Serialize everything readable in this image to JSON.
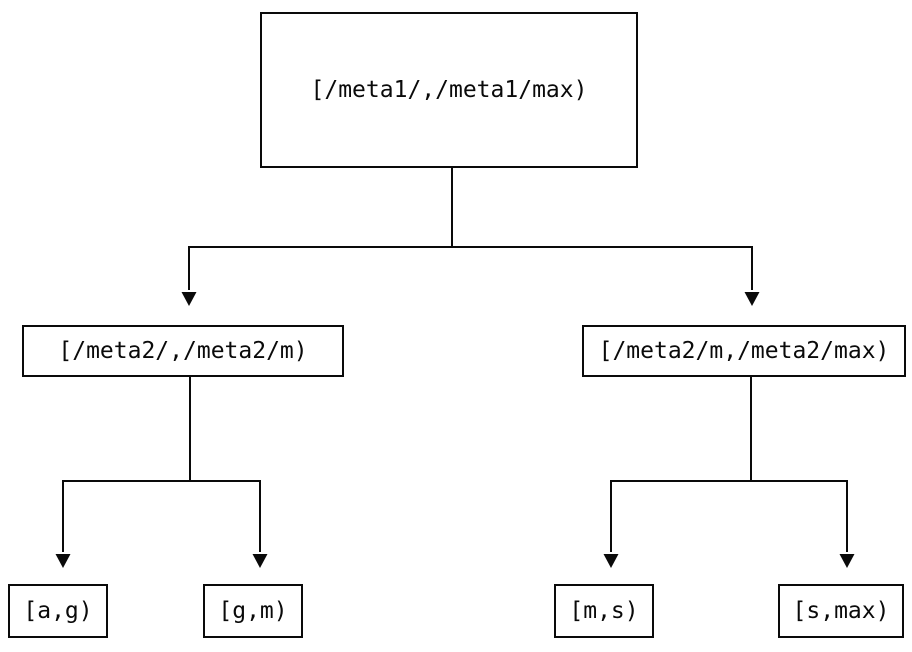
{
  "diagram": {
    "type": "tree",
    "colors": {
      "background": "#ffffff",
      "line": "#0a0a0a",
      "node_border": "#0a0a0a",
      "node_fill": "#ffffff",
      "text": "#0a0a0a"
    },
    "nodes": {
      "root": {
        "label": "[/meta1/,/meta1/max)"
      },
      "meta2_left": {
        "label": "[/meta2/,/meta2/m)"
      },
      "meta2_right": {
        "label": "[/meta2/m,/meta2/max)"
      },
      "leaf_a_g": {
        "label": "[a,g)"
      },
      "leaf_g_m": {
        "label": "[g,m)"
      },
      "leaf_m_s": {
        "label": "[m,s)"
      },
      "leaf_s_max": {
        "label": "[s,max)"
      }
    },
    "edges": [
      {
        "from": "root",
        "to": "meta2_left"
      },
      {
        "from": "root",
        "to": "meta2_right"
      },
      {
        "from": "meta2_left",
        "to": "leaf_a_g"
      },
      {
        "from": "meta2_left",
        "to": "leaf_g_m"
      },
      {
        "from": "meta2_right",
        "to": "leaf_m_s"
      },
      {
        "from": "meta2_right",
        "to": "leaf_s_max"
      }
    ]
  }
}
